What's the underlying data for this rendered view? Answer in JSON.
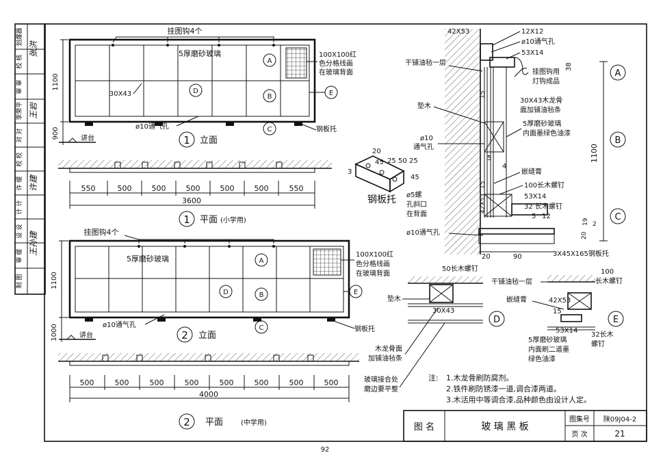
{
  "side_strip": {
    "cells": [
      "划爆器",
      "校 核",
      "审 审",
      "李荣平",
      "对 对",
      "校 校",
      "许 缓",
      "计 计",
      "设 设",
      "审 缓",
      "制 图"
    ],
    "signatures": [
      "张洪",
      "王岩",
      "许建",
      "王孙建"
    ]
  },
  "elevation1": {
    "circle_num": "1",
    "title": "立面",
    "hooks_label": "挂图钩4个",
    "glass_label": "5厚磨砂玻璃",
    "grid_note": [
      "100X100红",
      "色分格线画",
      "在玻璃背面"
    ],
    "member_label": "30X43",
    "vent_label": "ø10通气孔",
    "bracket_label": "钢板托",
    "podium_label": "讲台",
    "dim_top": "1100",
    "dim_bottom": "900",
    "markers": [
      "A",
      "B",
      "C",
      "D",
      "E"
    ]
  },
  "plan1": {
    "circle_num": "1",
    "title": "平面",
    "subtitle": "(小学用)",
    "segments": [
      "550",
      "500",
      "500",
      "500",
      "500",
      "500",
      "550"
    ],
    "total": "3600"
  },
  "elevation2": {
    "circle_num": "2",
    "title": "立面",
    "hooks_label": "挂图钩4个",
    "glass_label": "5厚磨砂玻璃",
    "grid_note": [
      "100X100红",
      "色分格线画",
      "在玻璃背面"
    ],
    "vent_label": "ø10通气孔",
    "bracket_label": "钢板托",
    "podium_label": "讲台",
    "dim_top": "1100",
    "dim_bottom": "1000",
    "markers": [
      "A",
      "B",
      "C",
      "D",
      "E"
    ]
  },
  "plan2": {
    "circle_num": "2",
    "title": "平面",
    "subtitle": "(中学用)",
    "segments": [
      "500",
      "500",
      "500",
      "500",
      "500",
      "500",
      "500",
      "500"
    ],
    "total": "4000"
  },
  "bracket": {
    "title": "钢板托",
    "dims": [
      "20",
      "45",
      "25",
      "50",
      "25",
      "3",
      "45"
    ],
    "hole_note": [
      "ø5螺",
      "孔斜口",
      "在背面"
    ]
  },
  "section": {
    "labels": {
      "top_member": "42X53",
      "strip": "12X12",
      "vent_top": "ø10通气孔",
      "felt": "干铺油毡一层",
      "rail": "53X14",
      "hook": [
        "挂图钩用",
        "灯钩成品"
      ],
      "keel": [
        "30X43木龙骨",
        "面加铺油毡条"
      ],
      "pad": "垫木",
      "glass": [
        "5厚磨砂玻璃",
        "内面墨绿色油漆"
      ],
      "vent_mid": [
        "ø10",
        "通气孔"
      ],
      "caulk": "嵌缝膏",
      "screw100": "100长木螺钉",
      "rail2": "53X14",
      "screw32": "32 长木螺钉",
      "bracket_bottom": "3X45X165钢板托",
      "vent_bottom": "ø10通气孔",
      "screw50": "50长木螺钉",
      "member2": "42X53"
    },
    "dims": [
      "38",
      "15",
      "5",
      "4",
      "15",
      "5",
      "12",
      "19",
      "2",
      "20",
      "20",
      "90",
      "1100"
    ],
    "markers": [
      "A",
      "B",
      "C"
    ]
  },
  "detail_d": {
    "marker": "D",
    "pad": "垫木",
    "member": "30X43",
    "keel": [
      "木龙骨面",
      "加铺油毡条"
    ],
    "joint": [
      "玻璃接合处",
      "磨边要平整"
    ]
  },
  "detail_e": {
    "marker": "E",
    "felt": "干铺油毡一层",
    "screw100": [
      "100",
      "长木螺钉"
    ],
    "caulk": "嵌缝膏",
    "member": "42X53",
    "dim15": "15",
    "rail": "53X14",
    "screw32": [
      "32长木",
      "螺钉"
    ],
    "glass": [
      "5厚磨砂玻璃",
      "内面刷二道墨",
      "绿色油漆"
    ]
  },
  "notes": {
    "heading": "注:",
    "lines": [
      "1.木龙骨刷防腐剂。",
      "2.铁件刷防锈漆一道,调合漆两道。",
      "3.木活用中等调合漆,品种颜色由设计人定。"
    ]
  },
  "title_block": {
    "name_label": "图 名",
    "name_value": "玻 璃 黑 板",
    "atlas_label": "图集号",
    "atlas_value": "陕09J04-2",
    "page_label": "页 次",
    "page_value": "21"
  },
  "page_number": "92"
}
